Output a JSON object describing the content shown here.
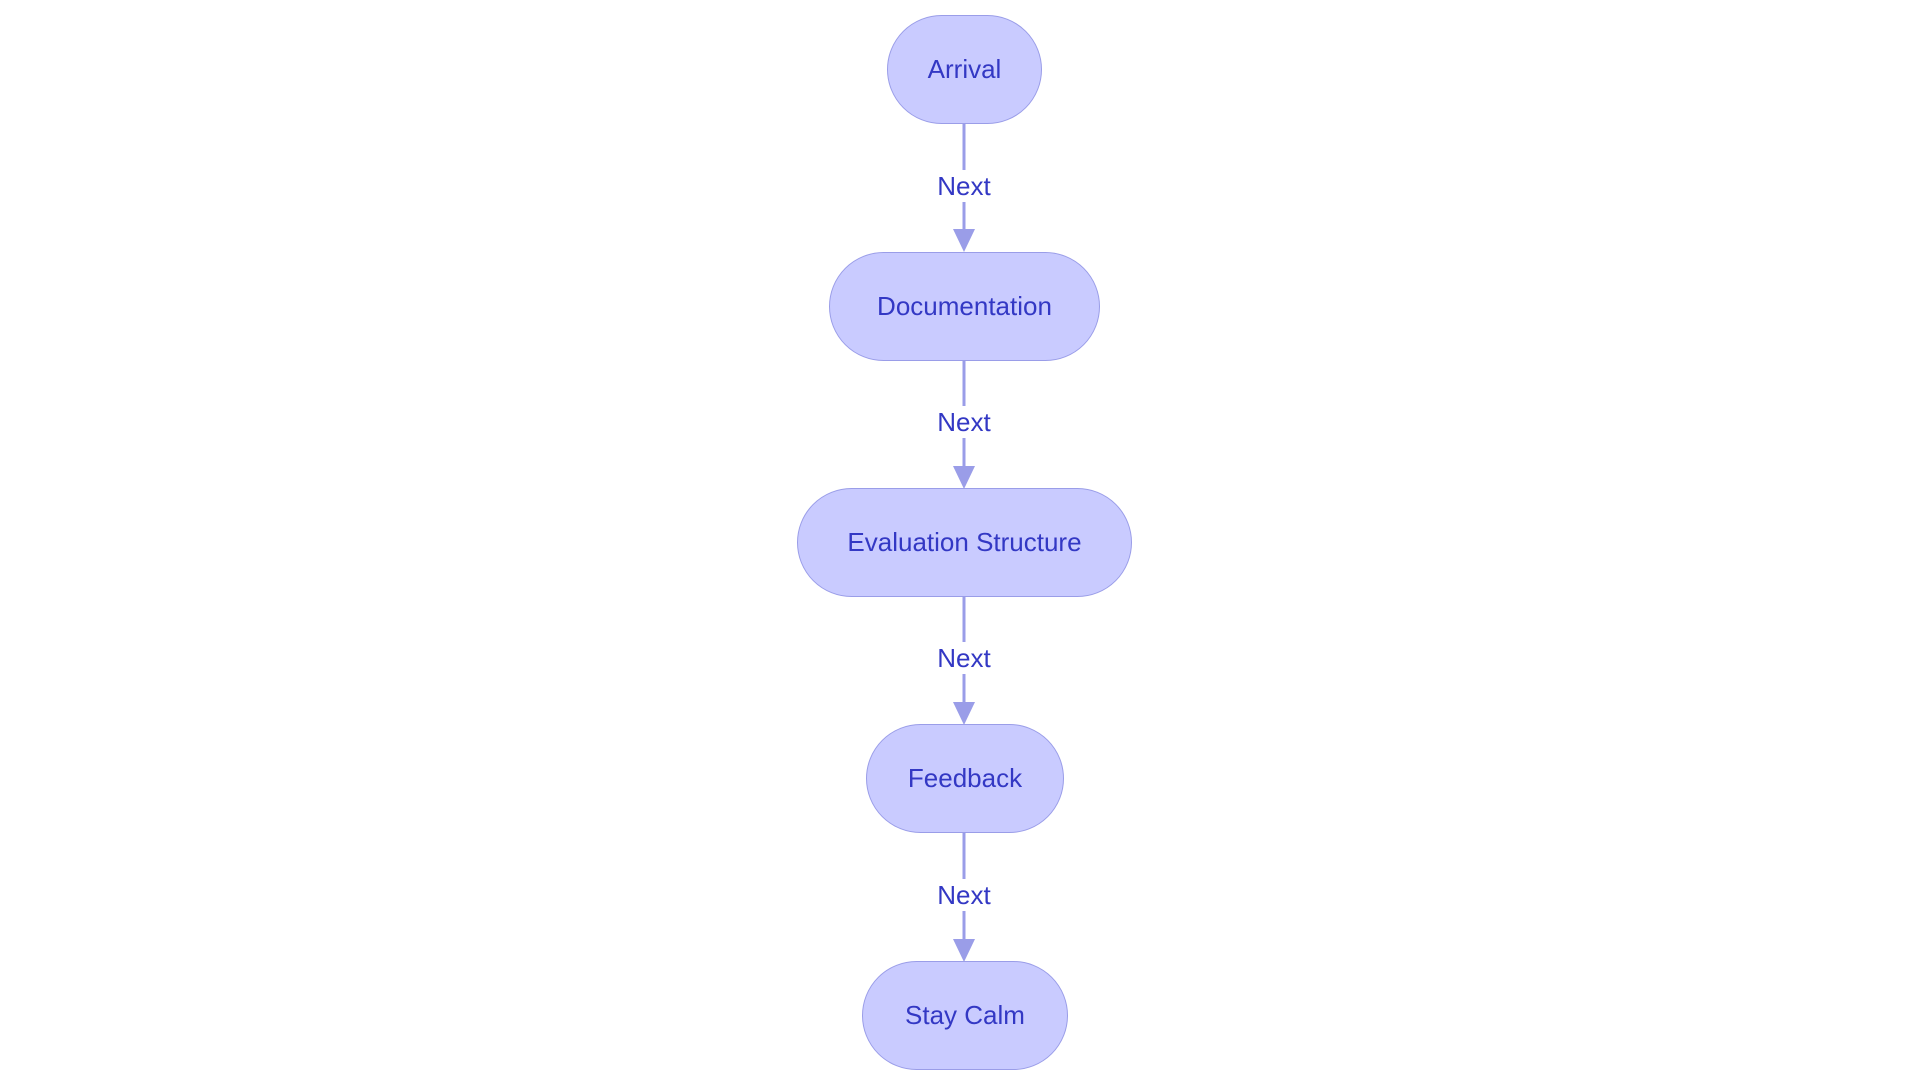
{
  "flowchart": {
    "nodes": [
      {
        "id": "arrival",
        "label": "Arrival"
      },
      {
        "id": "documentation",
        "label": "Documentation"
      },
      {
        "id": "evaluation-structure",
        "label": "Evaluation Structure"
      },
      {
        "id": "feedback",
        "label": "Feedback"
      },
      {
        "id": "stay-calm",
        "label": "Stay Calm"
      }
    ],
    "edges": [
      {
        "from": "arrival",
        "to": "documentation",
        "label": "Next"
      },
      {
        "from": "documentation",
        "to": "evaluation-structure",
        "label": "Next"
      },
      {
        "from": "evaluation-structure",
        "to": "feedback",
        "label": "Next"
      },
      {
        "from": "feedback",
        "to": "stay-calm",
        "label": "Next"
      }
    ]
  },
  "colors": {
    "node_fill": "#c9cbff",
    "node_border": "#9a9de8",
    "text": "#3338c4",
    "edge": "#9a9de8"
  }
}
